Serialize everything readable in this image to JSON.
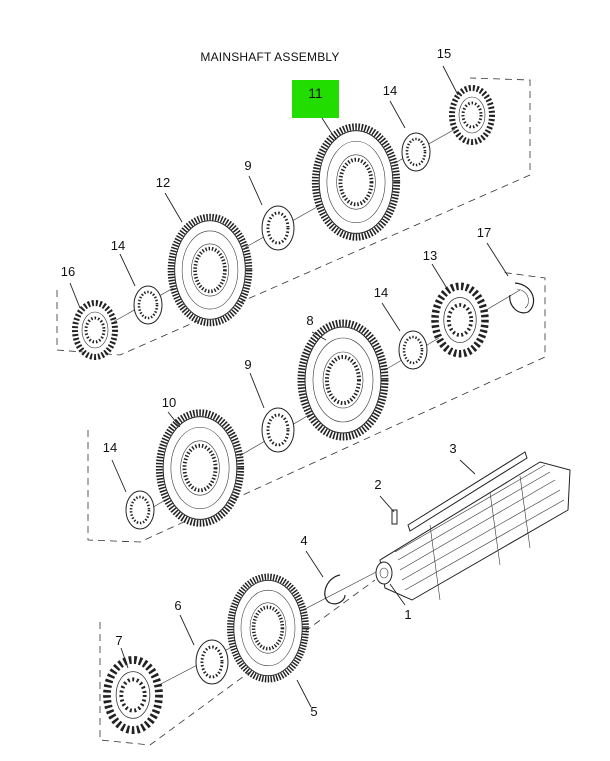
{
  "title": "MAINSHAFT ASSEMBLY",
  "highlight_color": "#22dd00",
  "callouts": {
    "c1": "1",
    "c2": "2",
    "c3": "3",
    "c4": "4",
    "c5": "5",
    "c6": "6",
    "c7": "7",
    "c8": "8",
    "c9a": "9",
    "c9b": "9",
    "c10": "10",
    "c11": "11",
    "c12": "12",
    "c13": "13",
    "c14a": "14",
    "c14b": "14",
    "c14c": "14",
    "c14d": "14",
    "c15": "15",
    "c16": "16",
    "c17": "17"
  }
}
